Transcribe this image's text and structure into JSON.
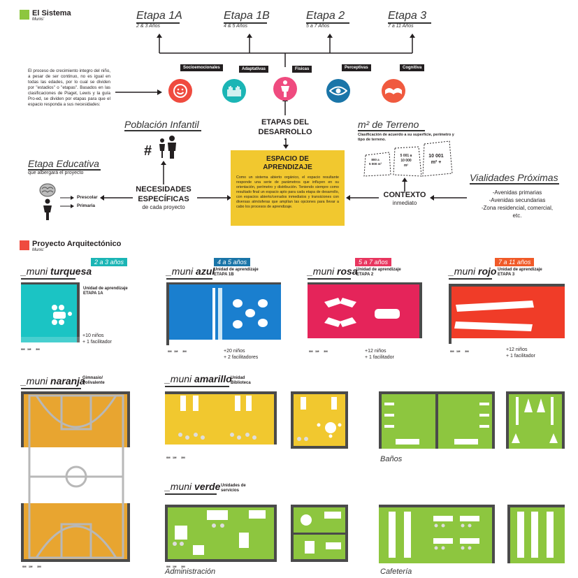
{
  "sistema": {
    "title": "El Sistema",
    "subtitle": "Munis'",
    "square_color": "#8dc63f"
  },
  "stages": [
    {
      "title": "Etapa 1A",
      "sub": "2 & 3 Años"
    },
    {
      "title": "Etapa 1B",
      "sub": "4 & 5 Años"
    },
    {
      "title": "Etapa 2",
      "sub": "5 a 7 Años"
    },
    {
      "title": "Etapa 3",
      "sub": "7 a 11 Años"
    }
  ],
  "intro_text": "El proceso de crecimiento integro del niño, a pesar de ser continuo, no es igual en todas las edades, por lo cual se dividen por \"estadios\" o \"etapas\". Basados en las clasificaciones de Piaget, Lewis y la guía Pro-ed, se dividen por etapas para que el espacio responda a sus necesidades:",
  "dimensions": [
    {
      "label": "Socioemocionales",
      "color": "#ef4b3f",
      "icon": "smiley-icon"
    },
    {
      "label": "Adaptativas",
      "color": "#1bb5b5",
      "icon": "hands-icon"
    },
    {
      "label": "Fisicas",
      "color": "#ef4b7f",
      "icon": "person-icon"
    },
    {
      "label": "Perceptivas",
      "color": "#1a75a8",
      "icon": "eye-icon"
    },
    {
      "label": "Cognitiva",
      "color": "#f05a3f",
      "icon": "book-icon"
    }
  ],
  "etapas_desarrollo": "ETAPAS DEL\nDESARROLLO",
  "poblacion": "Población Infantil",
  "etapa_educativa": {
    "title": "Etapa Educativa",
    "sub": "que albergará el proyecto",
    "items": [
      "Prescolar",
      "Primaria"
    ]
  },
  "necesidades": {
    "title": "NECESIDADES\nESPECÍFICAS",
    "sub": "de cada proyecto"
  },
  "espacio": {
    "title": "ESPACIO DE\nAPRENDIZAJE",
    "text": "Como un sistema abierto orgánico, el espacio resultante responde una serie de parámetros que influyen en su orientación, perímetro y distribución. Teniendo siempre como resultado final un espacio apto para cada etapa de desarrollo, con espacios abierto/cerrados inmediatos y transiciones con diversas atmósferas que amplían las opciones para llevar a cabo los procesos de aprendizaje.",
    "color": "#f1c82f"
  },
  "terreno": {
    "title": "m² de Terreno",
    "text": "Clasificación de acuerdo a su superficie, perímetro y tipo de terreno.",
    "lots": [
      "800 a\n5 000 m²",
      "5 001 a\n10 000\nm²",
      "10 001\nm² +"
    ]
  },
  "contexto": {
    "title": "CONTEXTO",
    "sub": "inmediato"
  },
  "vialidades": {
    "title": "Vialidades Próximas",
    "items": [
      "-Avenidas primarias",
      "-Avenidas secundarias",
      "-Zona residencial, comercial,",
      "etc."
    ]
  },
  "proyecto": {
    "title": "Proyecto Arquitectónico",
    "subtitle": "Munis'",
    "square_color": "#ef4b3f"
  },
  "modules": [
    {
      "prefix": "_muni ",
      "name": "turquesa",
      "badge": "2 a 3 años",
      "badge_color": "#1bb5b5",
      "unit": "Unidad de aprendizaje\nETAPA 1A",
      "note": "+10 niños\n+ 1 facilitador",
      "color": "#1bc4c4"
    },
    {
      "prefix": "_muni ",
      "name": "azul",
      "badge": "4 a 5 años",
      "badge_color": "#1a75a8",
      "unit": "Unidad de aprendizaje\nETAPA 1B",
      "note": "+20 niños\n+ 2 facilitadores",
      "color": "#1a7fcf"
    },
    {
      "prefix": "_muni ",
      "name": "rosa",
      "badge": "5 a 7 años",
      "badge_color": "#e8365f",
      "unit": "Unidad de aprendizaje\nETAPA 2",
      "note": "+12 niños\n+ 1 facilitador",
      "color": "#e5245a"
    },
    {
      "prefix": "_muni ",
      "name": "rojo",
      "badge": "7 a 11 años",
      "badge_color": "#f05a28",
      "unit": "Unidad de aprendizaje\nETAPA 3",
      "note": "+12 niños\n+ 1 facilitador",
      "color": "#f03c28"
    }
  ],
  "naranja": {
    "prefix": "_muni ",
    "name": "naranja",
    "unit": "Gimnasio/\nPolivalente",
    "color": "#e8a530"
  },
  "amarillo": {
    "prefix": "_muni ",
    "name": "amarillo",
    "unit": "Unidad\nBiblioteca",
    "color": "#f1c82f"
  },
  "verde": {
    "prefix": "_muni ",
    "name": "verde",
    "unit": "Unidades de\nservicios",
    "color": "#8dc63f"
  },
  "captions": {
    "banos": "Baños",
    "admin": "Administración",
    "cafeteria": "Cafetería"
  },
  "scale": [
    "0M",
    "1M",
    "2M",
    "3M"
  ]
}
